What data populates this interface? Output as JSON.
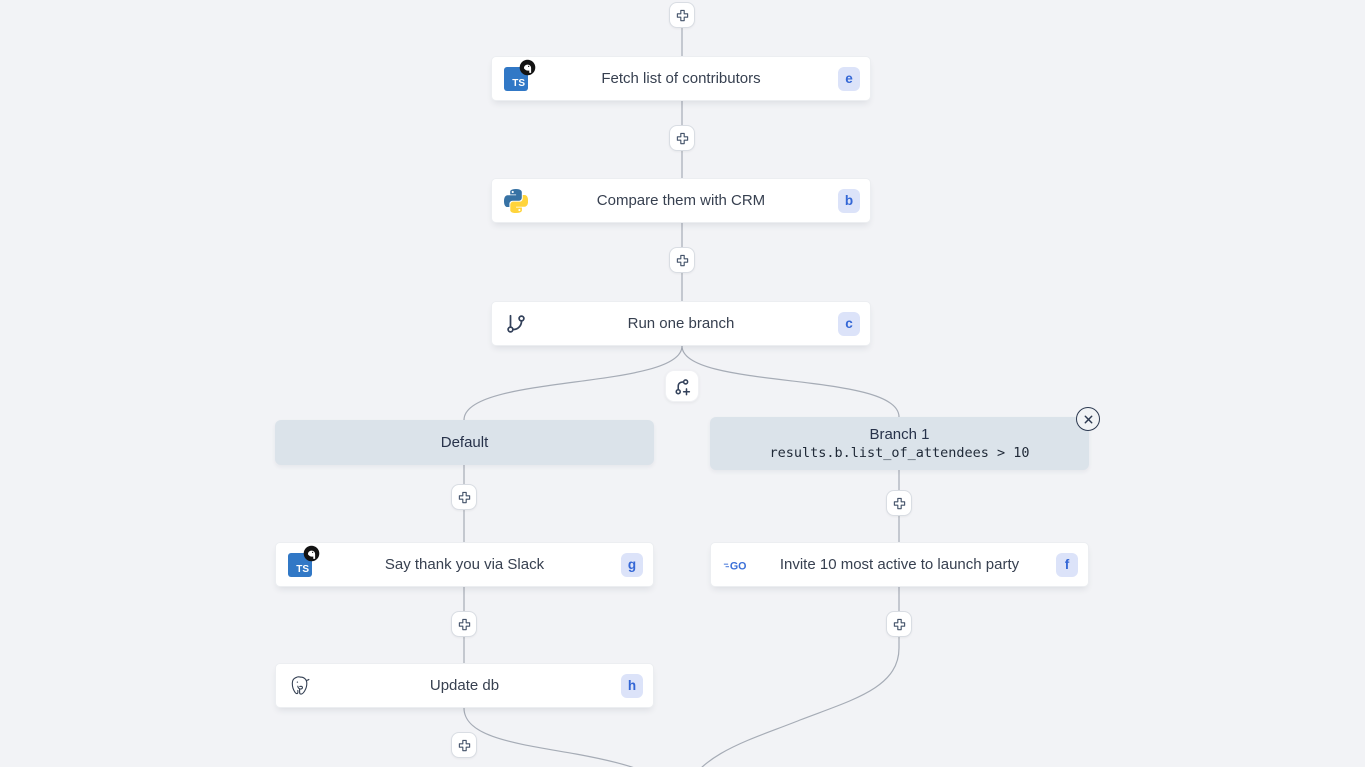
{
  "flow": {
    "steps": [
      {
        "title": "Fetch list of contributors",
        "badge": "e",
        "language": "typescript-deno"
      },
      {
        "title": "Compare them with CRM",
        "badge": "b",
        "language": "python"
      },
      {
        "title": "Run one branch",
        "badge": "c",
        "language": "branch"
      },
      {
        "title": "Say thank you via Slack",
        "badge": "g",
        "language": "typescript-deno"
      },
      {
        "title": "Invite 10 most active to launch party",
        "badge": "f",
        "language": "go"
      },
      {
        "title": "Update db",
        "badge": "h",
        "language": "postgresql"
      }
    ],
    "branches": [
      {
        "label": "Default"
      },
      {
        "label": "Branch 1",
        "condition": "results.b.list_of_attendees > 10"
      }
    ],
    "ts_logo_text": "TS",
    "go_logo_text": "GO"
  },
  "icons": {
    "insert_step": "plus-icon",
    "branch_split": "git-branch-plus-icon",
    "run_one_branch": "git-branch-icon",
    "typescript": "typescript-deno-icon",
    "python": "python-icon",
    "go": "go-icon",
    "postgresql": "postgresql-elephant-icon",
    "remove_branch": "close-circle-icon"
  },
  "colors": {
    "canvas_bg": "#f2f3f6",
    "card_bg": "#ffffff",
    "card_text": "#374050",
    "badge_bg": "#dce3f9",
    "badge_text": "#3467d6",
    "branch_header_bg": "#dbe3ea",
    "edge": "#a6acb6",
    "ts_blue": "#3178c6",
    "go_blue": "#3a6fd8",
    "python_blue": "#3772a4",
    "python_yellow": "#ffd43b"
  }
}
